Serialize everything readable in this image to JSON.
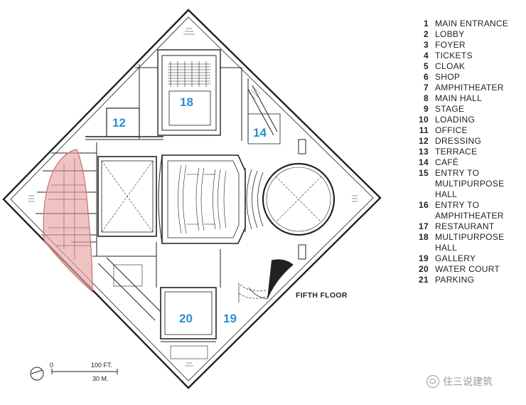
{
  "plan": {
    "floor_label": "FIFTH FLOOR",
    "room_labels": [
      "12",
      "18",
      "14",
      "20",
      "19"
    ],
    "scale": {
      "feet_label": "100 FT.",
      "meters_label": "30 M.",
      "zero_label": "0"
    },
    "colors": {
      "linework": "#222222",
      "room_number": "#2a8fd0",
      "highlight_fill": "#e8a3a3",
      "highlight_stroke": "#c97070"
    }
  },
  "legend": [
    {
      "num": "1",
      "label": "MAIN ENTRANCE"
    },
    {
      "num": "2",
      "label": "LOBBY"
    },
    {
      "num": "3",
      "label": "FOYER"
    },
    {
      "num": "4",
      "label": "TICKETS"
    },
    {
      "num": "5",
      "label": "CLOAK"
    },
    {
      "num": "6",
      "label": "SHOP"
    },
    {
      "num": "7",
      "label": "AMPHITHEATER"
    },
    {
      "num": "8",
      "label": "MAIN HALL"
    },
    {
      "num": "9",
      "label": "STAGE"
    },
    {
      "num": "10",
      "label": "LOADING"
    },
    {
      "num": "11",
      "label": "OFFICE"
    },
    {
      "num": "12",
      "label": "DRESSING"
    },
    {
      "num": "13",
      "label": "TERRACE"
    },
    {
      "num": "14",
      "label": "CAFÉ"
    },
    {
      "num": "15",
      "label": "ENTRY TO MULTIPURPOSE HALL"
    },
    {
      "num": "16",
      "label": "ENTRY TO AMPHITHEATER"
    },
    {
      "num": "17",
      "label": "RESTAURANT"
    },
    {
      "num": "18",
      "label": "MULTIPURPOSE HALL"
    },
    {
      "num": "19",
      "label": "GALLERY"
    },
    {
      "num": "20",
      "label": "WATER COURT"
    },
    {
      "num": "21",
      "label": "PARKING"
    }
  ],
  "watermark": {
    "text": "住三说建筑",
    "icon": "wechat-icon"
  }
}
